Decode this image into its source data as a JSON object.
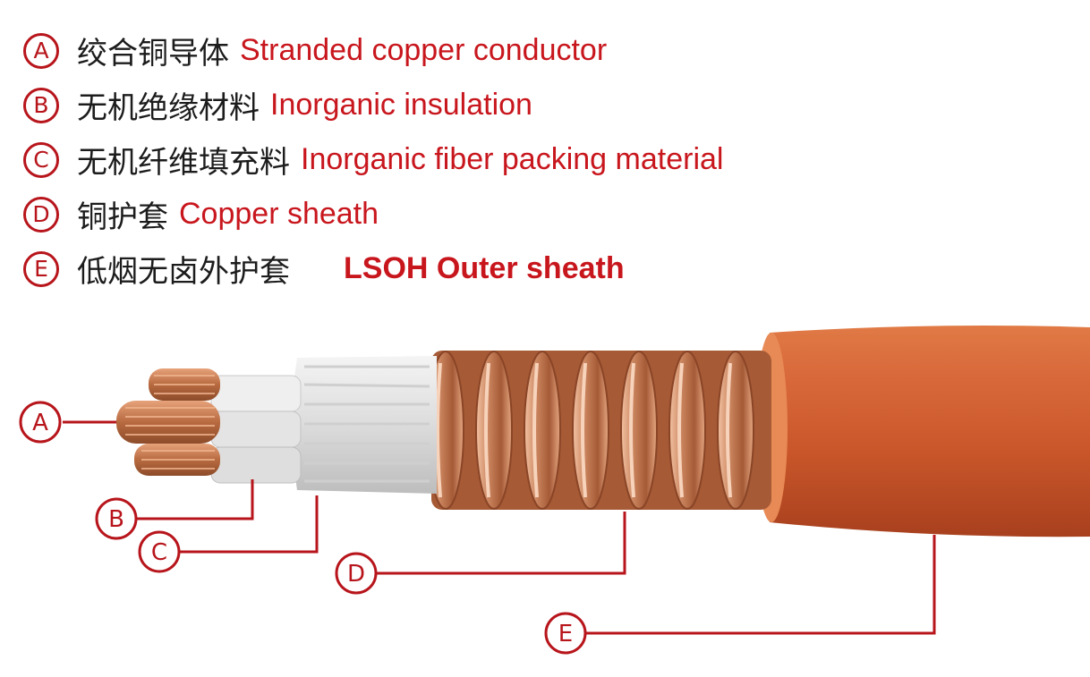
{
  "legend": [
    {
      "letter": "A",
      "cn": "绞合铜导体",
      "en": "Stranded copper conductor"
    },
    {
      "letter": "B",
      "cn": "无机绝缘材料",
      "en": "Inorganic insulation"
    },
    {
      "letter": "C",
      "cn": "无机纤维填充料",
      "en": "Inorganic fiber packing material"
    },
    {
      "letter": "D",
      "cn": "铜护套",
      "en": "Copper sheath"
    },
    {
      "letter": "E",
      "cn": "低烟无卤外护套",
      "en": "LSOH Outer sheath"
    }
  ],
  "callouts": [
    "A",
    "B",
    "C",
    "D",
    "E"
  ],
  "colors": {
    "label_red": "#c8161d",
    "outer_sheath": "#d2642f",
    "copper": "#c8835a",
    "insulation": "#e8e8e8"
  }
}
